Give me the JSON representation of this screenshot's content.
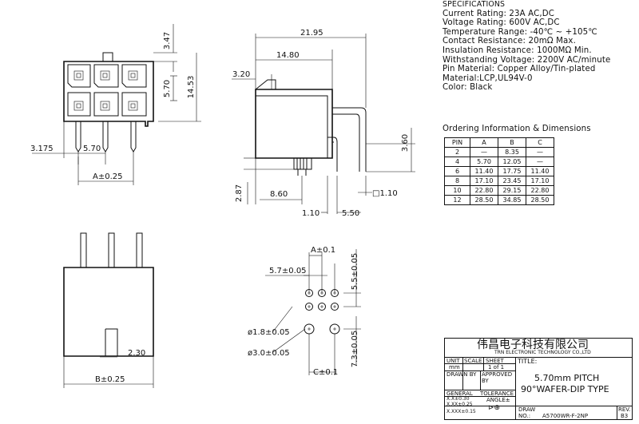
{
  "specs": {
    "heading": "SPECIFICATIONS",
    "lines": [
      "Current Rating: 23A AC,DC",
      "Voltage Rating: 600V AC,DC",
      "Temperature Range: -40℃ ~ +105℃",
      "Contact Resistance: 20mΩ Max.",
      "Insulation Resistance: 1000MΩ Min.",
      "Withstanding Voltage: 2200V AC/minute",
      "Pin Material: Copper Alloy/Tin-plated",
      "Material:LCP,UL94V-0",
      "Color: Black"
    ]
  },
  "ordering": {
    "title": "Ordering Information & Dimensions",
    "headers": [
      "PIN",
      "A",
      "B",
      "C"
    ],
    "rows": [
      [
        "2",
        "—",
        "8.35",
        "—"
      ],
      [
        "4",
        "5.70",
        "12.05",
        "—"
      ],
      [
        "6",
        "11.40",
        "17.75",
        "11.40"
      ],
      [
        "8",
        "17.10",
        "23.45",
        "17.10"
      ],
      [
        "10",
        "22.80",
        "29.15",
        "22.80"
      ],
      [
        "12",
        "28.50",
        "34.85",
        "28.50"
      ]
    ]
  },
  "dims": {
    "front_347": "3.47",
    "front_570v": "5.70",
    "front_1453": "14.53",
    "front_3175": "3.175",
    "front_570h": "5.70",
    "front_a": "A±0.25",
    "side_2195": "21.95",
    "side_1480": "14.80",
    "side_320": "3.20",
    "side_360": "3.60",
    "side_287": "2.87",
    "side_860": "8.60",
    "side_110sq": "□1.10",
    "side_110": "1.10",
    "side_550": "5.50",
    "bottom_230": "2.30",
    "bottom_b": "B±0.25",
    "pcb_a": "A±0.1",
    "pcb_57": "5.7±0.05",
    "pcb_55": "5.5±0.05",
    "pcb_d18": "ø1.8±0.05",
    "pcb_d30": "ø3.0±0.05",
    "pcb_73": "7.3±0.05",
    "pcb_c": "C±0.1"
  },
  "title_block": {
    "company_cn": "伟昌电子科技有限公司",
    "company_en": "TRN ELECTRONIC TECHNOLOGY CO.,LTD",
    "unit_label": "UNIT",
    "unit_value": "mm",
    "scale_label": "SCALE",
    "sheet_label": "SHEET",
    "sheet_value": "1 of 1",
    "title_label": "TITLE:",
    "title_line1": "5.70mm PITCH",
    "title_line2": "90°WAFER-DIP TYPE",
    "drawn_label": "DRAWN BY",
    "approved_label": "APPROVED BY",
    "general_label": "GENERAL",
    "tolerance_label": "TOLERANCE",
    "tol_1": "X.X±0.30",
    "tol_2": "X.XX±0.25",
    "tol_3": "X.XXX±0.15",
    "angle_label": "ANGLE±",
    "draw_label": "DRAW",
    "no_label": "NO.:",
    "drawing_no": "A5700WR-F-2NP",
    "rev_label": "REV.",
    "rev_value": "B3"
  }
}
